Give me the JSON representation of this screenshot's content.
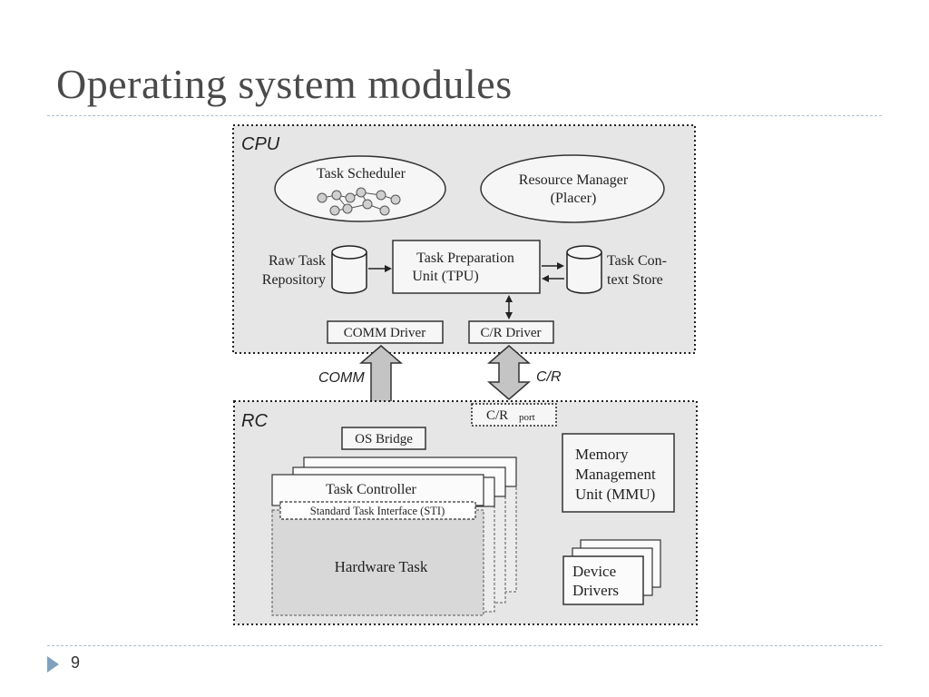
{
  "slide": {
    "title": "Operating system modules",
    "page_number": "9"
  },
  "diagram": {
    "cpu": {
      "label": "CPU",
      "task_scheduler": "Task Scheduler",
      "resource_manager_line1": "Resource Manager",
      "resource_manager_line2": "(Placer)",
      "raw_task_line1": "Raw Task",
      "raw_task_line2": "Repository",
      "tpu_line1": "Task Preparation",
      "tpu_line2": "Unit (TPU)",
      "context_line1": "Task Con-",
      "context_line2": "text Store",
      "comm_driver": "COMM Driver",
      "cr_driver": "C/R Driver"
    },
    "links": {
      "comm": "COMM",
      "cr": "C/R"
    },
    "rc": {
      "label": "RC",
      "cr_port_main": "C/R",
      "cr_port_sub": "port",
      "os_bridge": "OS Bridge",
      "task_controller": "Task Controller",
      "sti": "Standard Task Interface (STI)",
      "hardware_task": "Hardware Task",
      "mmu_line1": "Memory",
      "mmu_line2": "Management",
      "mmu_line3": "Unit (MMU)",
      "device_line1": "Device",
      "device_line2": "Drivers"
    }
  }
}
